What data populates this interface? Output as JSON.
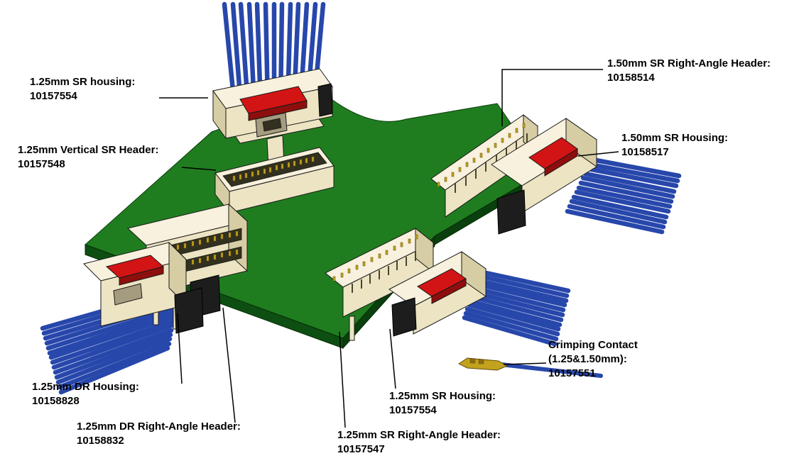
{
  "diagram": {
    "background": "#ffffff",
    "colors": {
      "board": "#1f7d1f",
      "board_side": "#0d4f12",
      "board_side2": "#0a3f0e",
      "conn": "#ece4c3",
      "conn_light": "#f7f1dd",
      "conn_dark": "#d7cda4",
      "cavity": "#32301e",
      "latch_red": "#d31414",
      "latch_red_dark": "#8e0e0e",
      "wire_blue": "#2747ab",
      "pin_gold": "#c3a21d",
      "black_part": "#1d1d1d",
      "gray_part": "#a59c7f",
      "outline": "#1a1a1a",
      "callout": "#000000"
    },
    "labels": [
      {
        "id": "sr-housing-top",
        "name": "1.25mm SR housing:",
        "part": "10157554"
      },
      {
        "id": "vertical-sr-header",
        "name": "1.25mm Vertical SR Header:",
        "part": "10157548"
      },
      {
        "id": "sr-right-angle-header-150",
        "name": "1.50mm SR Right-Angle Header:",
        "part": "10158514"
      },
      {
        "id": "sr-housing-150",
        "name": "1.50mm SR Housing:",
        "part": "10158517"
      },
      {
        "id": "dr-housing",
        "name": "1.25mm DR Housing:",
        "part": "10158828"
      },
      {
        "id": "dr-right-angle-header",
        "name": "1.25mm DR Right-Angle Header:",
        "part": "10158832"
      },
      {
        "id": "sr-housing-bottom",
        "name": "1.25mm SR Housing:",
        "part": "10157554"
      },
      {
        "id": "sr-right-angle-header-125",
        "name": "1.25mm SR Right-Angle Header:",
        "part": "10157547"
      },
      {
        "id": "crimping-contact",
        "name": "Crimping Contact (1.25&1.50mm):",
        "part": "10157551"
      }
    ]
  }
}
